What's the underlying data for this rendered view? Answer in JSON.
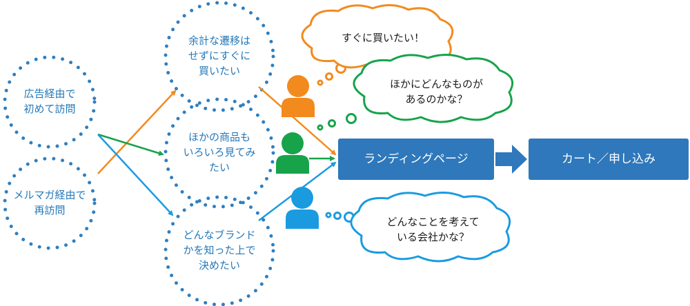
{
  "colors": {
    "dotted": "#2e7fc1",
    "orange": "#f28a1e",
    "green": "#16a34a",
    "blue": "#1a9be0",
    "box": "#2e78bb",
    "text_blue": "#2478b8"
  },
  "sources": [
    {
      "label": "広告経由で\n初めて訪問"
    },
    {
      "label": "メルマガ経由で\n再訪問"
    }
  ],
  "needs": [
    {
      "label": "余計な遷移は\nせずにすぐに\n買いたい"
    },
    {
      "label": "ほかの商品も\nいろいろ見てみ\nたい"
    },
    {
      "label": "どんなブランド\nかを知った上で\n決めたい"
    }
  ],
  "users": [
    {
      "icon": "person-icon",
      "color": "orange"
    },
    {
      "icon": "person-icon",
      "color": "green"
    },
    {
      "icon": "person-icon",
      "color": "blue"
    }
  ],
  "thoughts": [
    {
      "text": "すぐに買いたい！",
      "color": "orange"
    },
    {
      "text": "ほかにどんなものが\nあるのかな？",
      "color": "green"
    },
    {
      "text": "どんなことを考えて\nいる会社かな？",
      "color": "blue"
    }
  ],
  "flow": {
    "landing": "ランディングページ",
    "cart": "カート／申し込み"
  }
}
